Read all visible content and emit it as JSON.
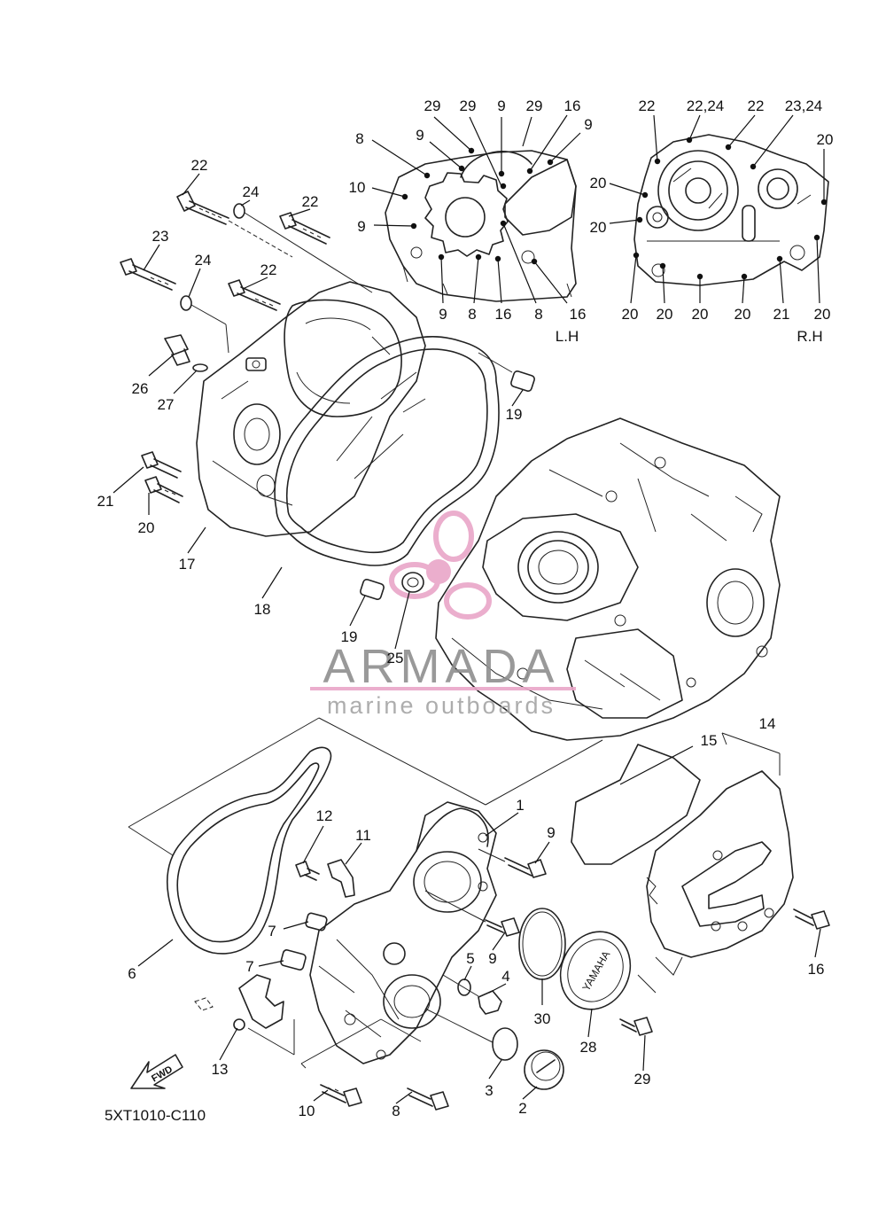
{
  "diagram_code": "5XT1010-C110",
  "views": {
    "left": "L.H",
    "right": "R.H"
  },
  "watermark": {
    "brand": "ARMADA",
    "tagline": "marine outboards",
    "accent_color": "#e9a6c8"
  },
  "fwd_label": "FWD",
  "cover_brand": "YAMAHA",
  "callouts": [
    {
      "id": "c1",
      "text": "1"
    },
    {
      "id": "c2",
      "text": "2"
    },
    {
      "id": "c3",
      "text": "3"
    },
    {
      "id": "c4",
      "text": "4"
    },
    {
      "id": "c5",
      "text": "5"
    },
    {
      "id": "c6",
      "text": "6"
    },
    {
      "id": "c7a",
      "text": "7"
    },
    {
      "id": "c7b",
      "text": "7"
    },
    {
      "id": "c8",
      "text": "8"
    },
    {
      "id": "c9a",
      "text": "9"
    },
    {
      "id": "c9b",
      "text": "9"
    },
    {
      "id": "c10",
      "text": "10"
    },
    {
      "id": "c11",
      "text": "11"
    },
    {
      "id": "c12",
      "text": "12"
    },
    {
      "id": "c13",
      "text": "13"
    },
    {
      "id": "c14",
      "text": "14"
    },
    {
      "id": "c15",
      "text": "15"
    },
    {
      "id": "c16",
      "text": "16"
    },
    {
      "id": "c17",
      "text": "17"
    },
    {
      "id": "c18",
      "text": "18"
    },
    {
      "id": "c19a",
      "text": "19"
    },
    {
      "id": "c19b",
      "text": "19"
    },
    {
      "id": "c20",
      "text": "20"
    },
    {
      "id": "c21",
      "text": "21"
    },
    {
      "id": "c22a",
      "text": "22"
    },
    {
      "id": "c22b",
      "text": "22"
    },
    {
      "id": "c22c",
      "text": "22"
    },
    {
      "id": "c23",
      "text": "23"
    },
    {
      "id": "c24a",
      "text": "24"
    },
    {
      "id": "c24b",
      "text": "24"
    },
    {
      "id": "c25",
      "text": "25"
    },
    {
      "id": "c26",
      "text": "26"
    },
    {
      "id": "c27",
      "text": "27"
    },
    {
      "id": "c28",
      "text": "28"
    },
    {
      "id": "c29",
      "text": "29"
    },
    {
      "id": "c30",
      "text": "30"
    }
  ],
  "lh_callouts": [
    {
      "id": "l29a",
      "text": "29"
    },
    {
      "id": "l29b",
      "text": "29"
    },
    {
      "id": "l9a",
      "text": "9"
    },
    {
      "id": "l29c",
      "text": "29"
    },
    {
      "id": "l16a",
      "text": "16"
    },
    {
      "id": "l8a",
      "text": "8"
    },
    {
      "id": "l9b",
      "text": "9"
    },
    {
      "id": "l9c",
      "text": "9"
    },
    {
      "id": "l10",
      "text": "10"
    },
    {
      "id": "l9d",
      "text": "9"
    },
    {
      "id": "l9e",
      "text": "9"
    },
    {
      "id": "l8b",
      "text": "8"
    },
    {
      "id": "l16b",
      "text": "16"
    },
    {
      "id": "l8c",
      "text": "8"
    },
    {
      "id": "l16c",
      "text": "16"
    }
  ],
  "rh_callouts": [
    {
      "id": "r22a",
      "text": "22"
    },
    {
      "id": "r2224a",
      "text": "22,24"
    },
    {
      "id": "r22b",
      "text": "22"
    },
    {
      "id": "r2324",
      "text": "23,24"
    },
    {
      "id": "r20a",
      "text": "20"
    },
    {
      "id": "r20b",
      "text": "20"
    },
    {
      "id": "r20c",
      "text": "20"
    },
    {
      "id": "r20d",
      "text": "20"
    },
    {
      "id": "r20e",
      "text": "20"
    },
    {
      "id": "r20f",
      "text": "20"
    },
    {
      "id": "r20g",
      "text": "20"
    },
    {
      "id": "r21",
      "text": "21"
    },
    {
      "id": "r20h",
      "text": "20"
    }
  ]
}
